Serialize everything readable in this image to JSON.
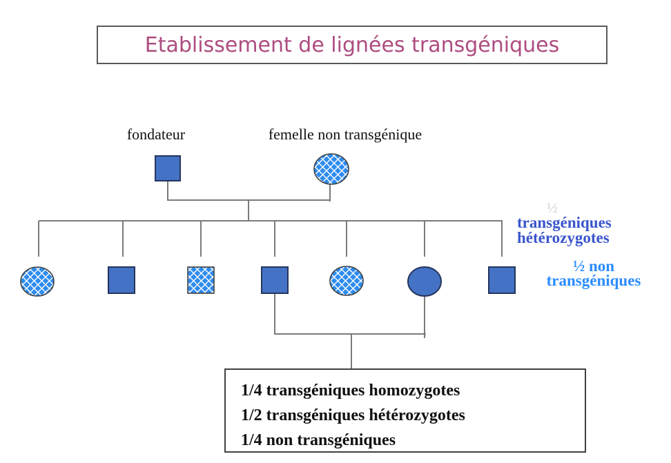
{
  "title": {
    "text": "Etablissement de lignées transgéniques",
    "color": "#AE4C80"
  },
  "parents": {
    "father_label": "fondateur",
    "mother_label": "femelle non transgénique",
    "father": {
      "symbol": "square-solid",
      "meaning": "male transgénique fondateur"
    },
    "mother": {
      "symbol": "circle-checkered",
      "meaning": "femelle non transgénique"
    }
  },
  "children": [
    {
      "symbol": "circle-checkered"
    },
    {
      "symbol": "square-solid"
    },
    {
      "symbol": "square-checkered"
    },
    {
      "symbol": "square-solid"
    },
    {
      "symbol": "circle-checkered"
    },
    {
      "symbol": "circle-solid"
    },
    {
      "symbol": "square-solid"
    }
  ],
  "annotations": {
    "half_faint": "½",
    "het_line1": "transgéniques",
    "het_line2": "hétérozygotes",
    "non_line1": "½ non",
    "non_line2": "transgéniques",
    "het_color": "#3A55CC",
    "non_color": "#2B8CFF",
    "faint_color": "#D8D8D8"
  },
  "results": {
    "lines": [
      "1/4 transgéniques homozygotes",
      "1/2 transgéniques hétérozygotes",
      "1/4 non transgéniques"
    ]
  },
  "colors": {
    "solid_fill": "#4472C4",
    "solid_stroke": "#24355C",
    "checker_blue": "#2E8CEE",
    "checker_stroke": "#404040",
    "line_gray": "#7A7A7A"
  }
}
